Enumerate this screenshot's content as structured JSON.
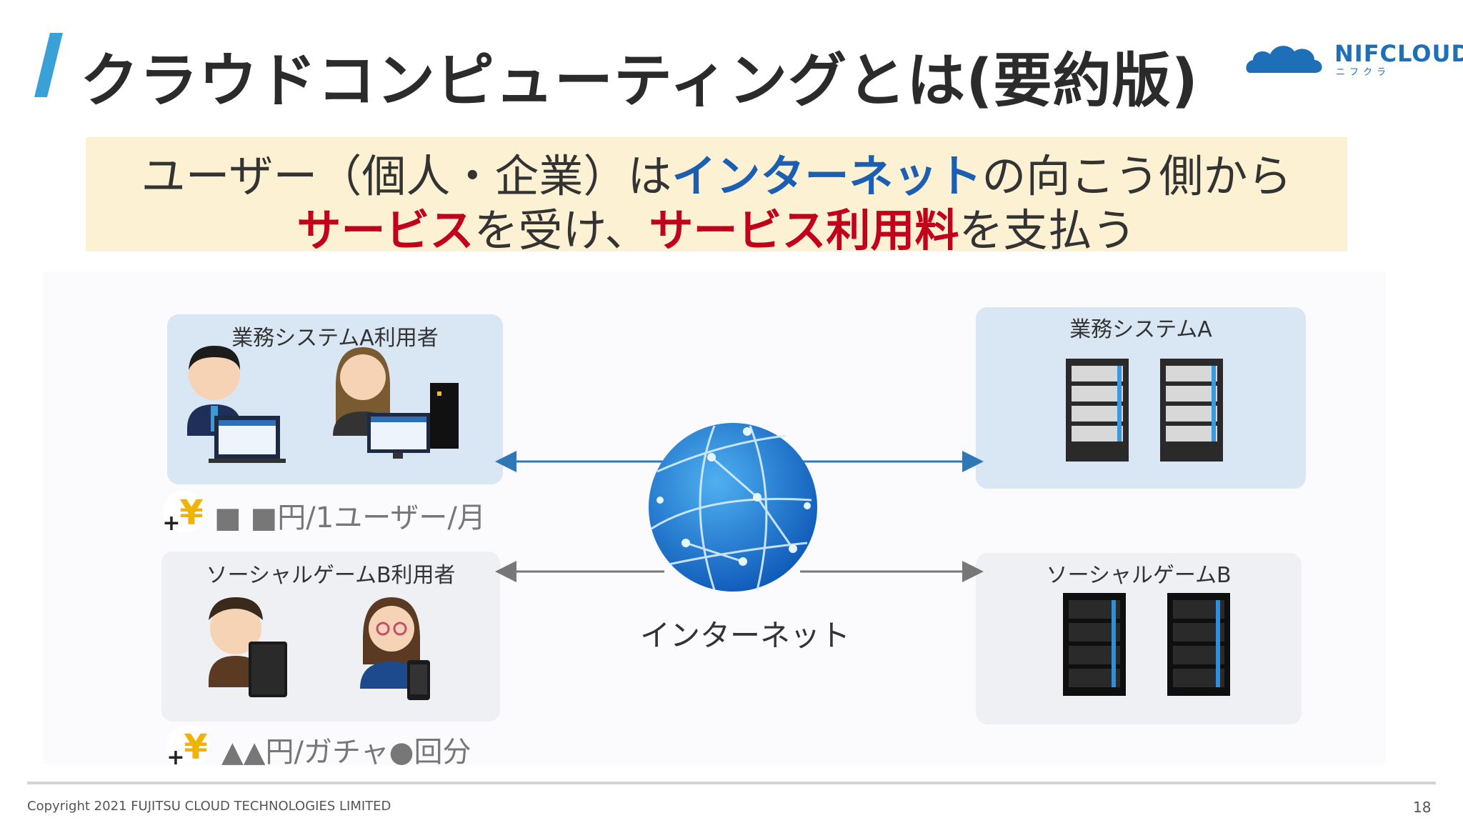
{
  "title": "クラウドコンピューティングとは(要約版)",
  "logo": {
    "name": "NIFCLOUD",
    "sub": "ニフクラ"
  },
  "banner": {
    "line1": {
      "p1": "ユーザー（個人・企業）は",
      "p2": "インターネット",
      "p3": "の向こう側から"
    },
    "line2": {
      "p1": "サービス",
      "p2": "を受け、",
      "p3": "サービス利用料",
      "p4": "を支払う"
    }
  },
  "boxes": {
    "a_user": "業務システムA利用者",
    "a_system": "業務システムA",
    "b_user": "ソーシャルゲームB利用者",
    "b_system": "ソーシャルゲームB"
  },
  "fees": {
    "a": "■ ■円/1ユーザー/月",
    "b": "▲▲円/ガチャ●回分"
  },
  "internet_label": "インターネット",
  "footer": {
    "copyright": "Copyright 2021 FUJITSU CLOUD TECHNOLOGIES LIMITED",
    "page": "18"
  },
  "colors": {
    "accent_blue": "#1a5fb4",
    "accent_red": "#c2001b",
    "box_blue": "#d9e7f4",
    "box_gray": "#eff0f4",
    "banner": "#fcf1d3"
  },
  "icons": [
    "cloud-logo-icon",
    "yen-plus-icon",
    "globe-icon",
    "server-rack-icon",
    "person-icon",
    "laptop-icon",
    "tablet-icon",
    "smartphone-icon"
  ]
}
